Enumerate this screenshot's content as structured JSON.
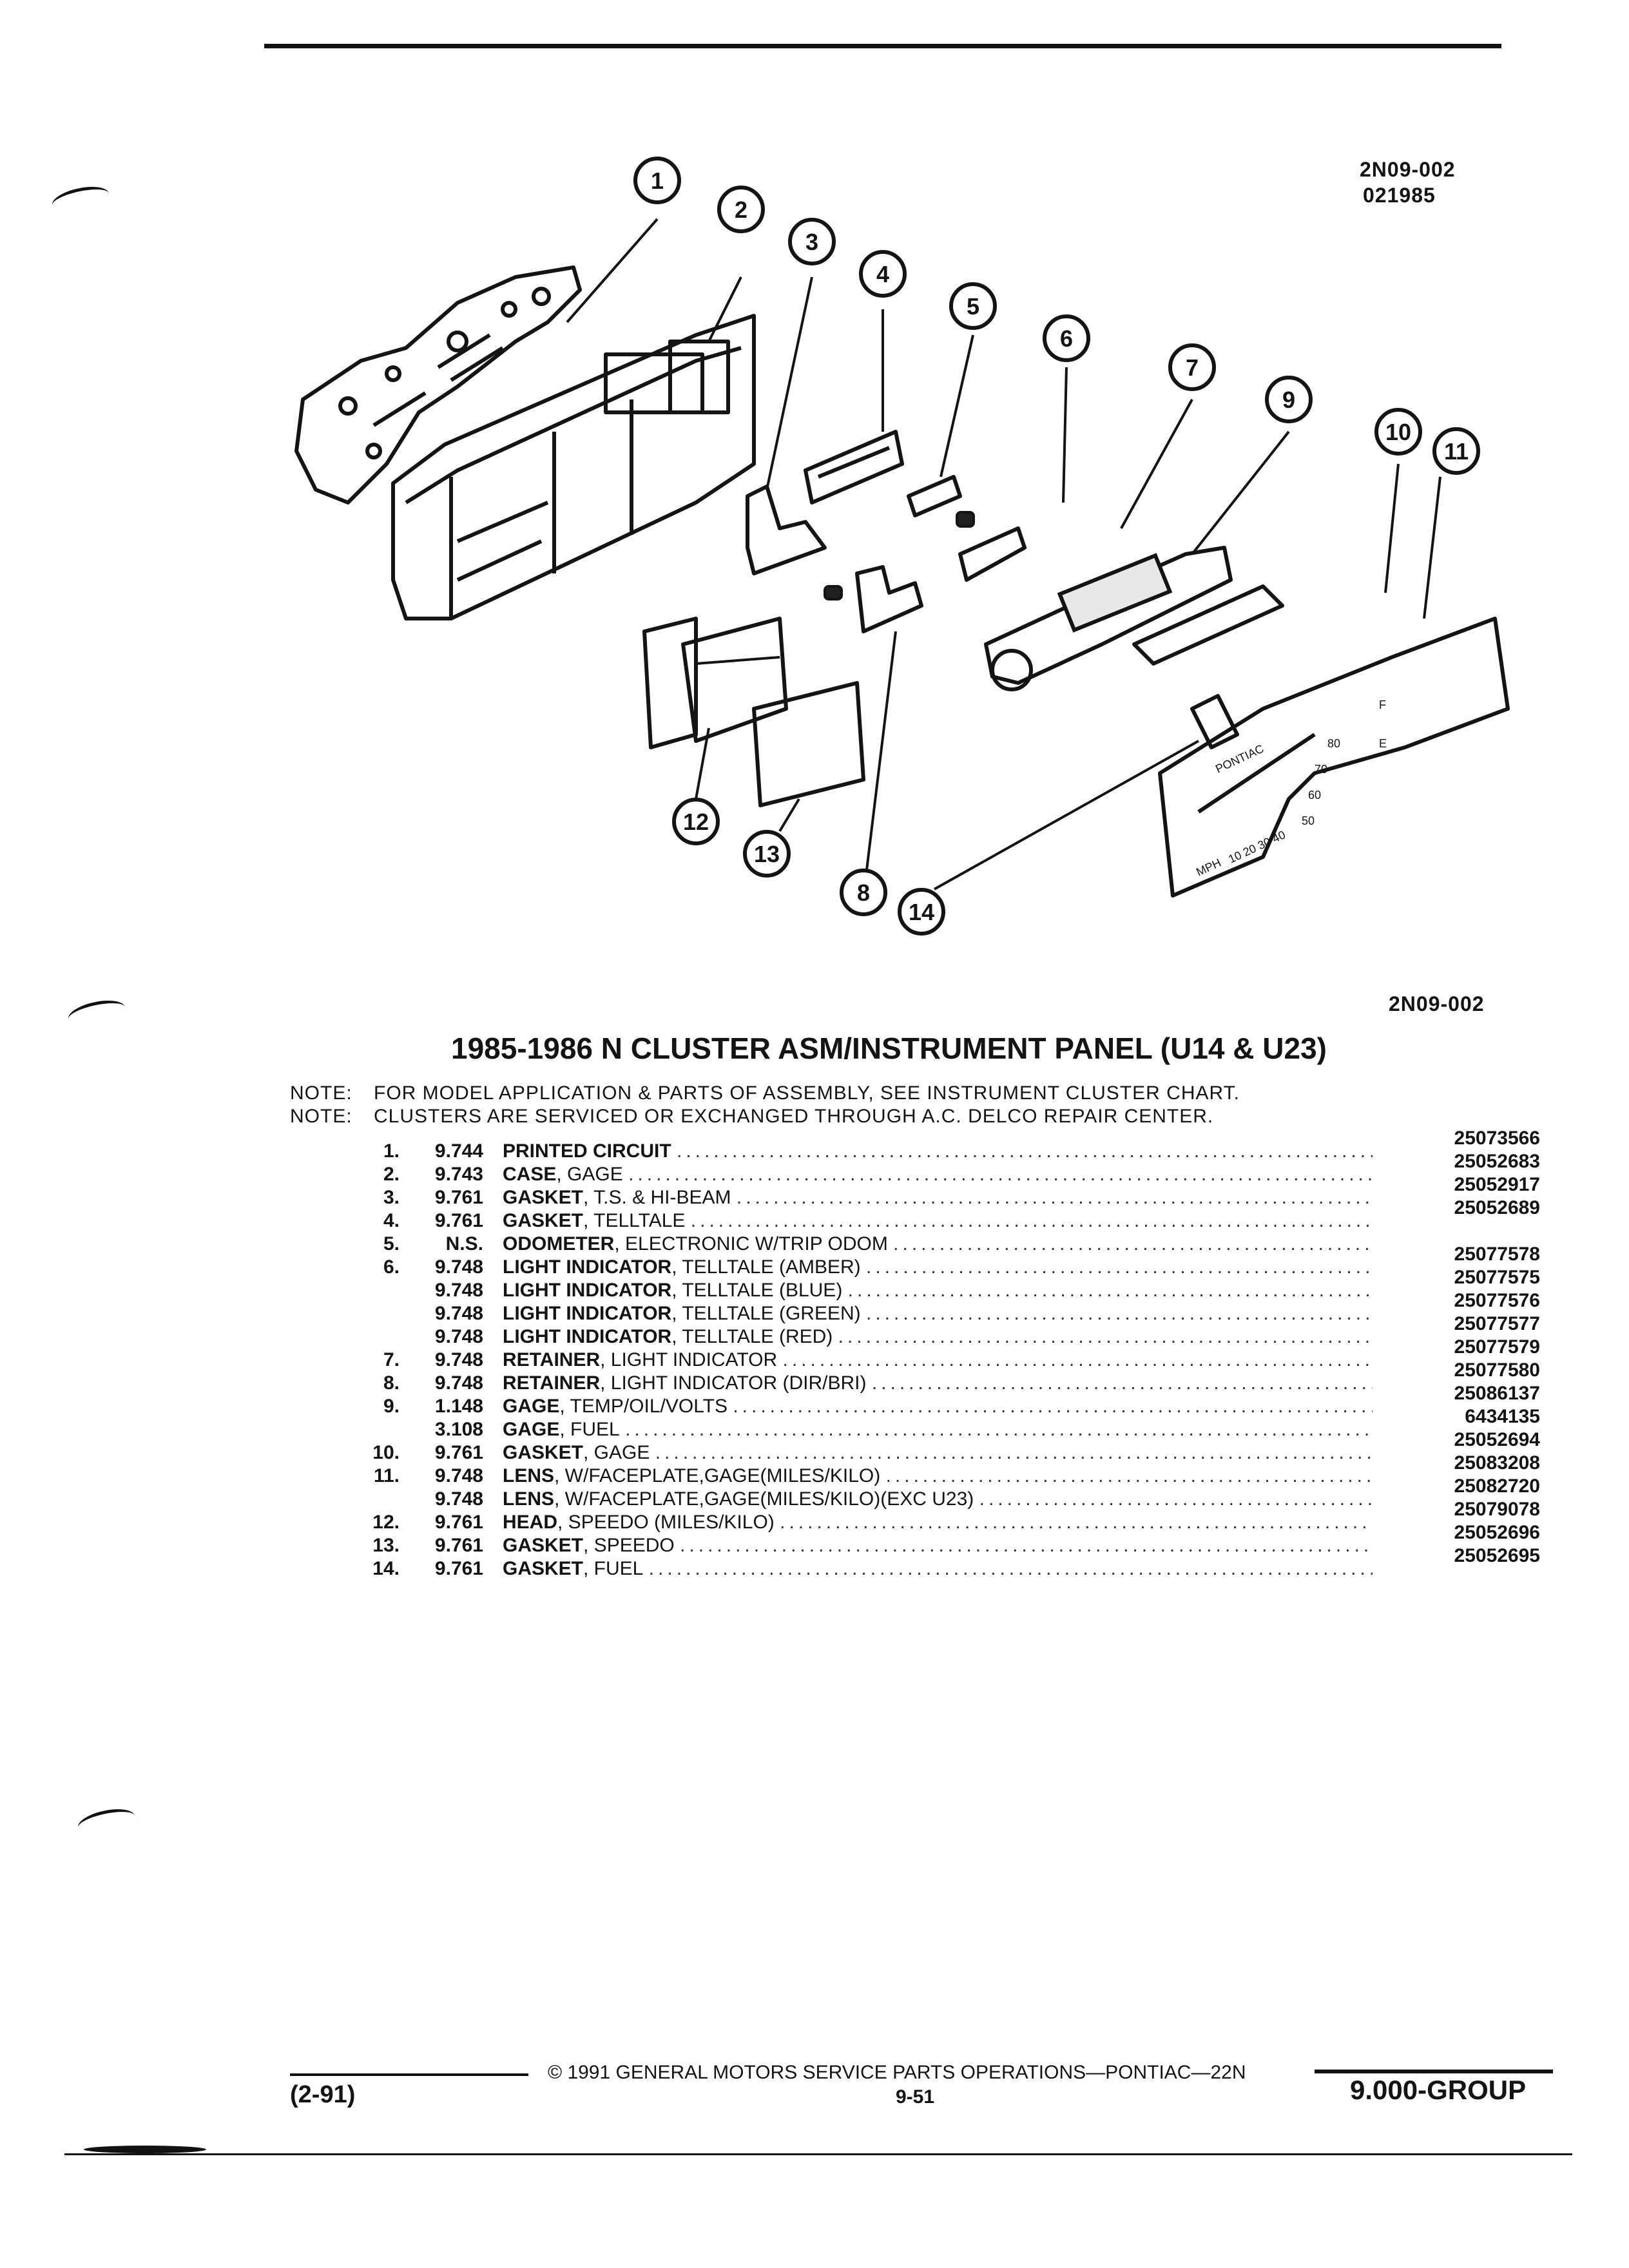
{
  "header": {
    "figure_code": "2N09-002",
    "figure_date": "021985"
  },
  "diagram": {
    "caption_code": "2N09-002",
    "callouts": [
      "1",
      "2",
      "3",
      "4",
      "5",
      "6",
      "7",
      "8",
      "9",
      "10",
      "11",
      "12",
      "13",
      "14"
    ],
    "faceplate_text": [
      "PONTIAC",
      "MPH",
      "10 20 30 40",
      "50",
      "60",
      "70",
      "80",
      "F",
      "E"
    ]
  },
  "title": "1985-1986 N CLUSTER ASM/INSTRUMENT PANEL (U14 & U23)",
  "notes": [
    {
      "label": "NOTE:",
      "text": "FOR MODEL APPLICATION & PARTS OF ASSEMBLY, SEE INSTRUMENT CLUSTER CHART."
    },
    {
      "label": "NOTE:",
      "text": "CLUSTERS ARE SERVICED OR EXCHANGED THROUGH A.C. DELCO REPAIR CENTER."
    }
  ],
  "parts": [
    {
      "index": "1.",
      "group": "9.744",
      "name": "PRINTED CIRCUIT",
      "detail": "",
      "part_number": "25073566"
    },
    {
      "index": "2.",
      "group": "9.743",
      "name": "CASE",
      "detail": ", GAGE",
      "part_number": "25052683"
    },
    {
      "index": "3.",
      "group": "9.761",
      "name": "GASKET",
      "detail": ", T.S. & HI-BEAM",
      "part_number": "25052917"
    },
    {
      "index": "4.",
      "group": "9.761",
      "name": "GASKET",
      "detail": ", TELLTALE",
      "part_number": "25052689"
    },
    {
      "index": "5.",
      "group": "N.S.",
      "name": "ODOMETER",
      "detail": ", ELECTRONIC W/TRIP ODOM",
      "part_number": ""
    },
    {
      "index": "6.",
      "group": "9.748",
      "name": "LIGHT INDICATOR",
      "detail": ", TELLTALE (AMBER)",
      "part_number": "25077578"
    },
    {
      "index": "",
      "group": "9.748",
      "name": "LIGHT INDICATOR",
      "detail": ", TELLTALE (BLUE)",
      "part_number": "25077575"
    },
    {
      "index": "",
      "group": "9.748",
      "name": "LIGHT INDICATOR",
      "detail": ", TELLTALE (GREEN)",
      "part_number": "25077576"
    },
    {
      "index": "",
      "group": "9.748",
      "name": "LIGHT INDICATOR",
      "detail": ", TELLTALE (RED)",
      "part_number": "25077577"
    },
    {
      "index": "7.",
      "group": "9.748",
      "name": "RETAINER",
      "detail": ", LIGHT INDICATOR",
      "part_number": "25077579"
    },
    {
      "index": "8.",
      "group": "9.748",
      "name": "RETAINER",
      "detail": ", LIGHT INDICATOR (DIR/BRI)",
      "part_number": "25077580"
    },
    {
      "index": "9.",
      "group": "1.148",
      "name": "GAGE",
      "detail": ", TEMP/OIL/VOLTS",
      "part_number": "25086137"
    },
    {
      "index": "",
      "group": "3.108",
      "name": "GAGE",
      "detail": ", FUEL",
      "part_number": "6434135"
    },
    {
      "index": "10.",
      "group": "9.761",
      "name": "GASKET",
      "detail": ", GAGE",
      "part_number": "25052694"
    },
    {
      "index": "11.",
      "group": "9.748",
      "name": "LENS",
      "detail": ", W/FACEPLATE,GAGE(MILES/KILO)",
      "part_number": "25083208"
    },
    {
      "index": "",
      "group": "9.748",
      "name": "LENS",
      "detail": ", W/FACEPLATE,GAGE(MILES/KILO)(EXC U23)",
      "part_number": "25082720"
    },
    {
      "index": "12.",
      "group": "9.761",
      "name": "HEAD",
      "detail": ", SPEEDO (MILES/KILO)",
      "part_number": "25079078"
    },
    {
      "index": "13.",
      "group": "9.761",
      "name": "GASKET",
      "detail": ", SPEEDO",
      "part_number": "25052696"
    },
    {
      "index": "14.",
      "group": "9.761",
      "name": "GASKET",
      "detail": ", FUEL",
      "part_number": "25052695"
    }
  ],
  "footer": {
    "revision": "(2-91)",
    "copyright": "© 1991 GENERAL MOTORS SERVICE PARTS OPERATIONS—PONTIAC—22N",
    "page": "9-51",
    "group": "9.000-GROUP"
  }
}
